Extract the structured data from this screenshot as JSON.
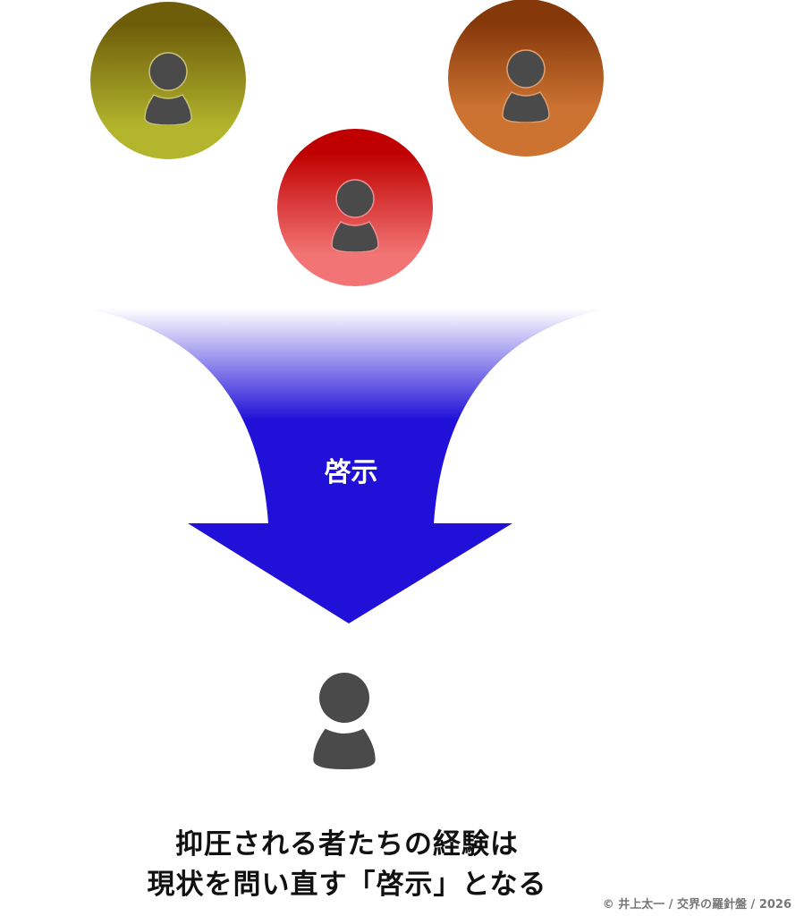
{
  "arrow_label": "啓示",
  "caption": {
    "line1": "抑圧される者たちの経験は",
    "line2": "現状を問い直す「啓示」となる"
  },
  "credit": "© 井上太一 / 交界の羅針盤 / 2026",
  "colors": {
    "arrow": "#2010d8",
    "person": "#4a4a4a",
    "circle_olive_top": "#6e5e0a",
    "circle_olive_bottom": "#b3b52d",
    "circle_red_top": "#c00000",
    "circle_red_bottom": "#f27474",
    "circle_orange_top": "#85380a",
    "circle_orange_bottom": "#cd7332"
  }
}
